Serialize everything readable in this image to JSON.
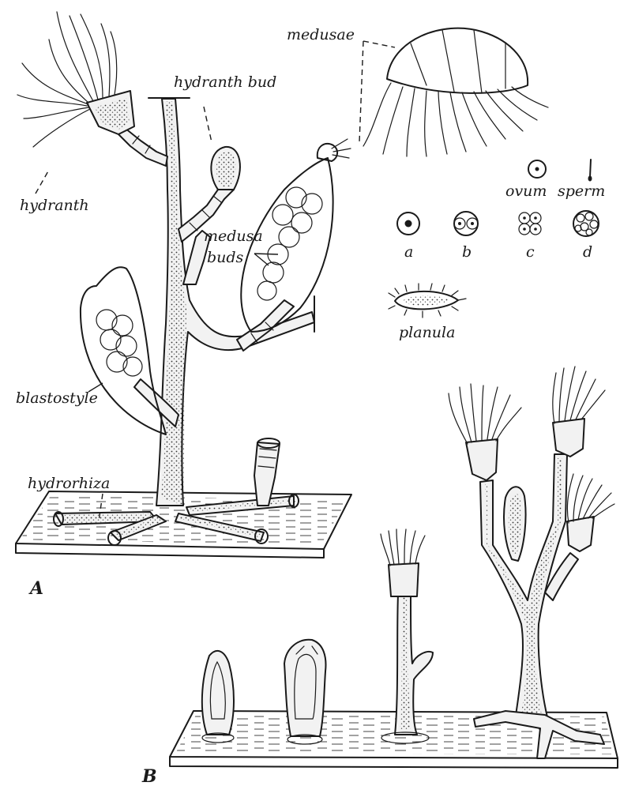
{
  "figure": {
    "panels": {
      "a": "A",
      "b": "B"
    },
    "labels": {
      "hydranth": "hydranth",
      "hydranth_bud": "hydranth bud",
      "medusae": "medusae",
      "medusa_buds_line1": "medusa",
      "medusa_buds_line2": "buds",
      "blastostyle": "blastostyle",
      "hydrorhiza": "hydrorhiza",
      "ovum": "ovum",
      "sperm": "sperm",
      "planula": "planula",
      "cleavage_a": "a",
      "cleavage_b": "b",
      "cleavage_c": "c",
      "cleavage_d": "d"
    }
  }
}
